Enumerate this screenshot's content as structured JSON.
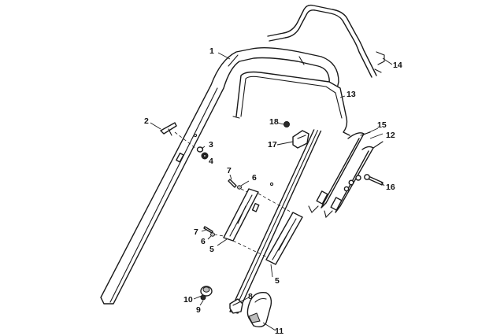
{
  "diagram": {
    "type": "exploded-parts-view",
    "callouts": [
      {
        "id": "1",
        "label": "1"
      },
      {
        "id": "2",
        "label": "2"
      },
      {
        "id": "3",
        "label": "3"
      },
      {
        "id": "4",
        "label": "4"
      },
      {
        "id": "5a",
        "label": "5"
      },
      {
        "id": "5b",
        "label": "5"
      },
      {
        "id": "6a",
        "label": "6"
      },
      {
        "id": "6b",
        "label": "6"
      },
      {
        "id": "7a",
        "label": "7"
      },
      {
        "id": "7b",
        "label": "7"
      },
      {
        "id": "8",
        "label": "8"
      },
      {
        "id": "9",
        "label": "9"
      },
      {
        "id": "10",
        "label": "10"
      },
      {
        "id": "11",
        "label": "11"
      },
      {
        "id": "12",
        "label": "12"
      },
      {
        "id": "13",
        "label": "13"
      },
      {
        "id": "14",
        "label": "14"
      },
      {
        "id": "15",
        "label": "15"
      },
      {
        "id": "16",
        "label": "16"
      },
      {
        "id": "17",
        "label": "17"
      },
      {
        "id": "18",
        "label": "18"
      }
    ]
  }
}
